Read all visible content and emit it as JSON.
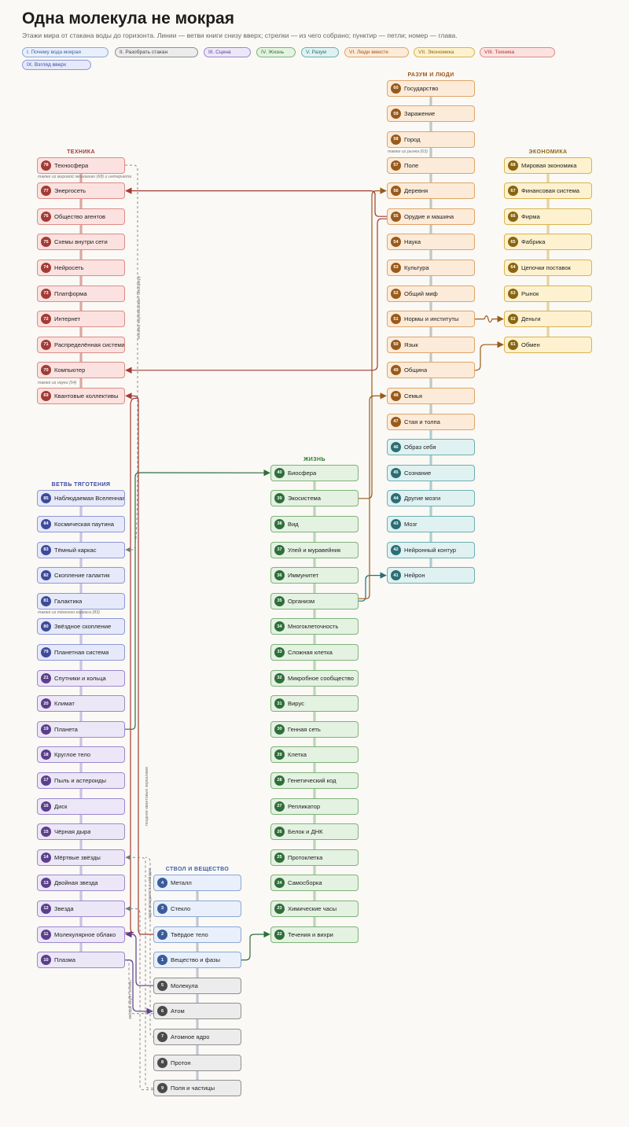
{
  "title": "Одна молекула не мокрая",
  "subtitle": "Этажи мира от стакана воды до горизонта. Линии — ветви книги снизу вверх; стрелки — из чего собрано; пунктир — петли; номер — глава.",
  "colors": {
    "I": {
      "fill": "#e9f0fb",
      "border": "#8aa6d6",
      "text": "#3d5fa3",
      "dark": "#3a5c9a"
    },
    "II": {
      "fill": "#ececec",
      "border": "#8f8f8f",
      "text": "#444",
      "dark": "#4a4a4a"
    },
    "III": {
      "fill": "#ece7f7",
      "border": "#9d87cf",
      "text": "#5b3f9c",
      "dark": "#5b3f8c"
    },
    "IV": {
      "fill": "#e4f2e2",
      "border": "#7fb27a",
      "text": "#2e7a2a",
      "dark": "#2f6f3a"
    },
    "V": {
      "fill": "#e0f1f1",
      "border": "#6cb0b0",
      "text": "#237777",
      "dark": "#2a6f75"
    },
    "VI": {
      "fill": "#fcebd9",
      "border": "#e0a468",
      "text": "#a0561b",
      "dark": "#9a5a1a"
    },
    "VII": {
      "fill": "#fdf1cf",
      "border": "#d9b34e",
      "text": "#8a6a10",
      "dark": "#8a6510"
    },
    "VIII": {
      "fill": "#fbe2e0",
      "border": "#dd8c86",
      "text": "#a33a35",
      "dark": "#a33b35"
    },
    "IX": {
      "fill": "#e6e9f9",
      "border": "#8f97d8",
      "text": "#3d4aa8",
      "dark": "#3e4b9a"
    }
  },
  "legend": [
    {
      "id": "I",
      "label": "I. Почему вода мокрая"
    },
    {
      "id": "II",
      "label": "II. Разобрать стакан"
    },
    {
      "id": "III",
      "label": "III. Сцена"
    },
    {
      "id": "IV",
      "label": "IV. Жизнь"
    },
    {
      "id": "V",
      "label": "V. Разум"
    },
    {
      "id": "VI",
      "label": "VI. Люди вместе"
    },
    {
      "id": "VII",
      "label": "VII. Экономика"
    },
    {
      "id": "VIII",
      "label": "VIII. Техника"
    },
    {
      "id": "IX",
      "label": "IX. Взгляд вверх"
    }
  ],
  "columns": [
    {
      "id": "tech",
      "title": "ТЕХНИКА",
      "color": "#a33a35"
    },
    {
      "id": "reason",
      "title": "РАЗУМ И ЛЮДИ",
      "color": "#a0561b"
    },
    {
      "id": "econ",
      "title": "ЭКОНОМИКА",
      "color": "#8a6a10"
    },
    {
      "id": "life",
      "title": "ЖИЗНЬ",
      "color": "#2e7a2a"
    },
    {
      "id": "grav",
      "title": "ВЕТВЬ ТЯГОТЕНИЯ",
      "color": "#3d4aa8"
    },
    {
      "id": "trunk",
      "title": "СТВОЛ И ВЕЩЕСТВО",
      "color": "#3d5fa3"
    }
  ],
  "nodes": [
    {
      "n": "78",
      "label": "Техносфера",
      "ch": "VIII",
      "col": "tech",
      "row": 0
    },
    {
      "n": "77",
      "label": "Энергосеть",
      "ch": "VIII",
      "col": "tech",
      "row": 1
    },
    {
      "n": "76",
      "label": "Общество агентов",
      "ch": "VIII",
      "col": "tech",
      "row": 2
    },
    {
      "n": "75",
      "label": "Схемы внутри сети",
      "ch": "VIII",
      "col": "tech",
      "row": 3
    },
    {
      "n": "74",
      "label": "Нейросеть",
      "ch": "VIII",
      "col": "tech",
      "row": 4
    },
    {
      "n": "73",
      "label": "Платформа",
      "ch": "VIII",
      "col": "tech",
      "row": 5
    },
    {
      "n": "72",
      "label": "Интернет",
      "ch": "VIII",
      "col": "tech",
      "row": 6
    },
    {
      "n": "71",
      "label": "Распределённая система",
      "ch": "VIII",
      "col": "tech",
      "row": 7
    },
    {
      "n": "70",
      "label": "Компьютер",
      "ch": "VIII",
      "col": "tech",
      "row": 8
    },
    {
      "n": "69",
      "label": "Квантовые коллективы",
      "ch": "VIII",
      "col": "tech",
      "row": 9
    },
    {
      "n": "60",
      "label": "Государство",
      "ch": "VI",
      "col": "reason",
      "row": -3
    },
    {
      "n": "59",
      "label": "Заражение",
      "ch": "VI",
      "col": "reason",
      "row": -2
    },
    {
      "n": "58",
      "label": "Город",
      "ch": "VI",
      "col": "reason",
      "row": -1
    },
    {
      "n": "57",
      "label": "Поле",
      "ch": "VI",
      "col": "reason",
      "row": 0
    },
    {
      "n": "56",
      "label": "Деревня",
      "ch": "VI",
      "col": "reason",
      "row": 1
    },
    {
      "n": "55",
      "label": "Орудие и машина",
      "ch": "VI",
      "col": "reason",
      "row": 2
    },
    {
      "n": "54",
      "label": "Наука",
      "ch": "VI",
      "col": "reason",
      "row": 3
    },
    {
      "n": "53",
      "label": "Культура",
      "ch": "VI",
      "col": "reason",
      "row": 4
    },
    {
      "n": "52",
      "label": "Общий миф",
      "ch": "VI",
      "col": "reason",
      "row": 5
    },
    {
      "n": "51",
      "label": "Нормы и институты",
      "ch": "VI",
      "col": "reason",
      "row": 6
    },
    {
      "n": "50",
      "label": "Язык",
      "ch": "VI",
      "col": "reason",
      "row": 7
    },
    {
      "n": "49",
      "label": "Община",
      "ch": "VI",
      "col": "reason",
      "row": 8
    },
    {
      "n": "48",
      "label": "Семья",
      "ch": "VI",
      "col": "reason",
      "row": 9
    },
    {
      "n": "47",
      "label": "Стая и толпа",
      "ch": "VI",
      "col": "reason",
      "row": 10
    },
    {
      "n": "46",
      "label": "Образ себя",
      "ch": "V",
      "col": "reason",
      "row": 11
    },
    {
      "n": "45",
      "label": "Сознание",
      "ch": "V",
      "col": "reason",
      "row": 12
    },
    {
      "n": "44",
      "label": "Другие мозги",
      "ch": "V",
      "col": "reason",
      "row": 13
    },
    {
      "n": "43",
      "label": "Мозг",
      "ch": "V",
      "col": "reason",
      "row": 14
    },
    {
      "n": "42",
      "label": "Нейронный контур",
      "ch": "V",
      "col": "reason",
      "row": 15
    },
    {
      "n": "41",
      "label": "Нейрон",
      "ch": "V",
      "col": "reason",
      "row": 16
    },
    {
      "n": "68",
      "label": "Мировая экономика",
      "ch": "VII",
      "col": "econ",
      "row": 0
    },
    {
      "n": "67",
      "label": "Финансовая система",
      "ch": "VII",
      "col": "econ",
      "row": 1
    },
    {
      "n": "66",
      "label": "Фирма",
      "ch": "VII",
      "col": "econ",
      "row": 2
    },
    {
      "n": "65",
      "label": "Фабрика",
      "ch": "VII",
      "col": "econ",
      "row": 3
    },
    {
      "n": "64",
      "label": "Цепочки поставок",
      "ch": "VII",
      "col": "econ",
      "row": 4
    },
    {
      "n": "63",
      "label": "Рынок",
      "ch": "VII",
      "col": "econ",
      "row": 5
    },
    {
      "n": "62",
      "label": "Деньги",
      "ch": "VII",
      "col": "econ",
      "row": 6
    },
    {
      "n": "61",
      "label": "Обмен",
      "ch": "VII",
      "col": "econ",
      "row": 7
    },
    {
      "n": "40",
      "label": "Биосфера",
      "ch": "IV",
      "col": "life",
      "row": 12
    },
    {
      "n": "39",
      "label": "Экосистема",
      "ch": "IV",
      "col": "life",
      "row": 13
    },
    {
      "n": "38",
      "label": "Вид",
      "ch": "IV",
      "col": "life",
      "row": 14
    },
    {
      "n": "37",
      "label": "Улей и муравейник",
      "ch": "IV",
      "col": "life",
      "row": 15
    },
    {
      "n": "36",
      "label": "Иммунитет",
      "ch": "IV",
      "col": "life",
      "row": 16
    },
    {
      "n": "35",
      "label": "Организм",
      "ch": "IV",
      "col": "life",
      "row": 17
    },
    {
      "n": "34",
      "label": "Многоклеточность",
      "ch": "IV",
      "col": "life",
      "row": 18
    },
    {
      "n": "33",
      "label": "Сложная клетка",
      "ch": "IV",
      "col": "life",
      "row": 19
    },
    {
      "n": "32",
      "label": "Микробное сообщество",
      "ch": "IV",
      "col": "life",
      "row": 20
    },
    {
      "n": "31",
      "label": "Вирус",
      "ch": "IV",
      "col": "life",
      "row": 21
    },
    {
      "n": "30",
      "label": "Генная сеть",
      "ch": "IV",
      "col": "life",
      "row": 22
    },
    {
      "n": "29",
      "label": "Клетка",
      "ch": "IV",
      "col": "life",
      "row": 23
    },
    {
      "n": "28",
      "label": "Генетический код",
      "ch": "IV",
      "col": "life",
      "row": 24
    },
    {
      "n": "27",
      "label": "Репликатор",
      "ch": "IV",
      "col": "life",
      "row": 25
    },
    {
      "n": "26",
      "label": "Белок и ДНК",
      "ch": "IV",
      "col": "life",
      "row": 26
    },
    {
      "n": "25",
      "label": "Протоклетка",
      "ch": "IV",
      "col": "life",
      "row": 27
    },
    {
      "n": "24",
      "label": "Самосборка",
      "ch": "IV",
      "col": "life",
      "row": 28
    },
    {
      "n": "23",
      "label": "Химические часы",
      "ch": "IV",
      "col": "life",
      "row": 29
    },
    {
      "n": "22",
      "label": "Течения и вихри",
      "ch": "IV",
      "col": "life",
      "row": 30
    },
    {
      "n": "85",
      "label": "Наблюдаемая Вселенная",
      "ch": "IX",
      "col": "grav",
      "row": 13
    },
    {
      "n": "84",
      "label": "Космическая паутина",
      "ch": "IX",
      "col": "grav",
      "row": 14
    },
    {
      "n": "83",
      "label": "Тёмный каркас",
      "ch": "IX",
      "col": "grav",
      "row": 15
    },
    {
      "n": "82",
      "label": "Скопление галактик",
      "ch": "IX",
      "col": "grav",
      "row": 16
    },
    {
      "n": "81",
      "label": "Галактика",
      "ch": "IX",
      "col": "grav",
      "row": 17
    },
    {
      "n": "80",
      "label": "Звёздное скопление",
      "ch": "IX",
      "col": "grav",
      "row": 18
    },
    {
      "n": "79",
      "label": "Планетная система",
      "ch": "IX",
      "col": "grav",
      "row": 19
    },
    {
      "n": "21",
      "label": "Спутники и кольца",
      "ch": "III",
      "col": "grav",
      "row": 20
    },
    {
      "n": "20",
      "label": "Климат",
      "ch": "III",
      "col": "grav",
      "row": 21
    },
    {
      "n": "19",
      "label": "Планета",
      "ch": "III",
      "col": "grav",
      "row": 22
    },
    {
      "n": "18",
      "label": "Круглое тело",
      "ch": "III",
      "col": "grav",
      "row": 23
    },
    {
      "n": "17",
      "label": "Пыль и астероиды",
      "ch": "III",
      "col": "grav",
      "row": 24
    },
    {
      "n": "16",
      "label": "Диск",
      "ch": "III",
      "col": "grav",
      "row": 25
    },
    {
      "n": "15",
      "label": "Чёрная дыра",
      "ch": "III",
      "col": "grav",
      "row": 26
    },
    {
      "n": "14",
      "label": "Мёртвые звёзды",
      "ch": "III",
      "col": "grav",
      "row": 27
    },
    {
      "n": "13",
      "label": "Двойная звезда",
      "ch": "III",
      "col": "grav",
      "row": 28
    },
    {
      "n": "12",
      "label": "Звезда",
      "ch": "III",
      "col": "grav",
      "row": 29
    },
    {
      "n": "11",
      "label": "Молекулярное облако",
      "ch": "III",
      "col": "grav",
      "row": 30
    },
    {
      "n": "10",
      "label": "Плазма",
      "ch": "III",
      "col": "grav",
      "row": 31
    },
    {
      "n": "4",
      "label": "Металл",
      "ch": "I",
      "col": "trunk",
      "row": 28
    },
    {
      "n": "3",
      "label": "Стекло",
      "ch": "I",
      "col": "trunk",
      "row": 29
    },
    {
      "n": "2",
      "label": "Твёрдое тело",
      "ch": "I",
      "col": "trunk",
      "row": 30
    },
    {
      "n": "1",
      "label": "Вещество и фазы",
      "ch": "I",
      "col": "trunk",
      "row": 31
    },
    {
      "n": "5",
      "label": "Молекула",
      "ch": "II",
      "col": "trunk",
      "row": 32
    },
    {
      "n": "6",
      "label": "Атом",
      "ch": "II",
      "col": "trunk",
      "row": 33
    },
    {
      "n": "7",
      "label": "Атомное ядро",
      "ch": "II",
      "col": "trunk",
      "row": 34
    },
    {
      "n": "8",
      "label": "Протон",
      "ch": "II",
      "col": "trunk",
      "row": 35
    },
    {
      "n": "9",
      "label": "Поля и частицы",
      "ch": "II",
      "col": "trunk",
      "row": 36
    }
  ],
  "notes": [
    {
      "id": "n58",
      "text": "также из рынка (63)"
    },
    {
      "id": "n78",
      "text": "также из мировой экономики (68) и интернета"
    },
    {
      "id": "n69",
      "text": "также из науки (54)"
    },
    {
      "id": "n81",
      "text": "также из тёмного каркаса (83)"
    }
  ],
  "vnotes": [
    {
      "id": "v1",
      "text": "техника переписывает биосферу"
    },
    {
      "id": "v2",
      "text": "позднее квантовые зеркалами"
    },
    {
      "id": "v3",
      "text": "ядро рождается в звёздах"
    },
    {
      "id": "v4",
      "text": "звёзды варят атомы"
    }
  ]
}
